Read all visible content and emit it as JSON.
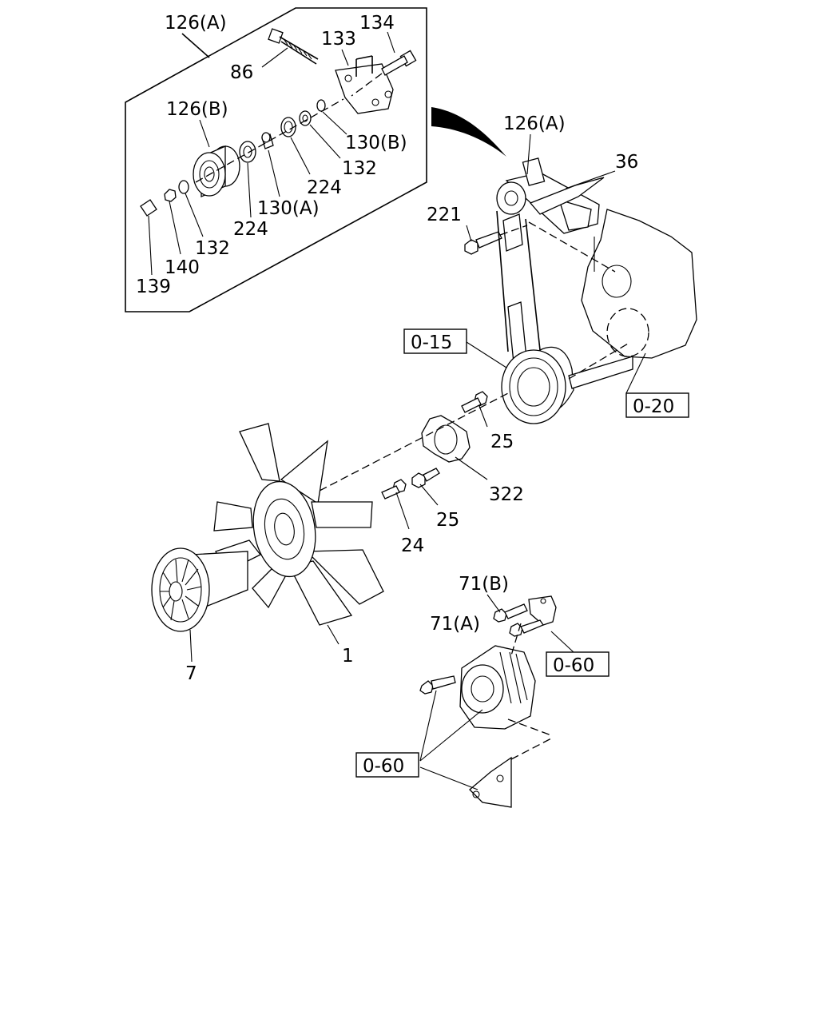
{
  "labels": {
    "l126a_top": "126(A)",
    "l134": "134",
    "l133": "133",
    "l86": "86",
    "l126b": "126(B)",
    "l130b": "130(B)",
    "l132a": "132",
    "l224a": "224",
    "l130a": "130(A)",
    "l224b": "224",
    "l132b": "132",
    "l140": "140",
    "l139": "139",
    "l126a_right": "126(A)",
    "l36": "36",
    "l221": "221",
    "l25a": "25",
    "l322": "322",
    "l25b": "25",
    "l24": "24",
    "l1": "1",
    "l7": "7",
    "l71b": "71(B)",
    "l71a": "71(A)"
  },
  "refs": {
    "r015": "0-15",
    "r020": "0-20",
    "r060a": "0-60",
    "r060b": "0-60"
  }
}
